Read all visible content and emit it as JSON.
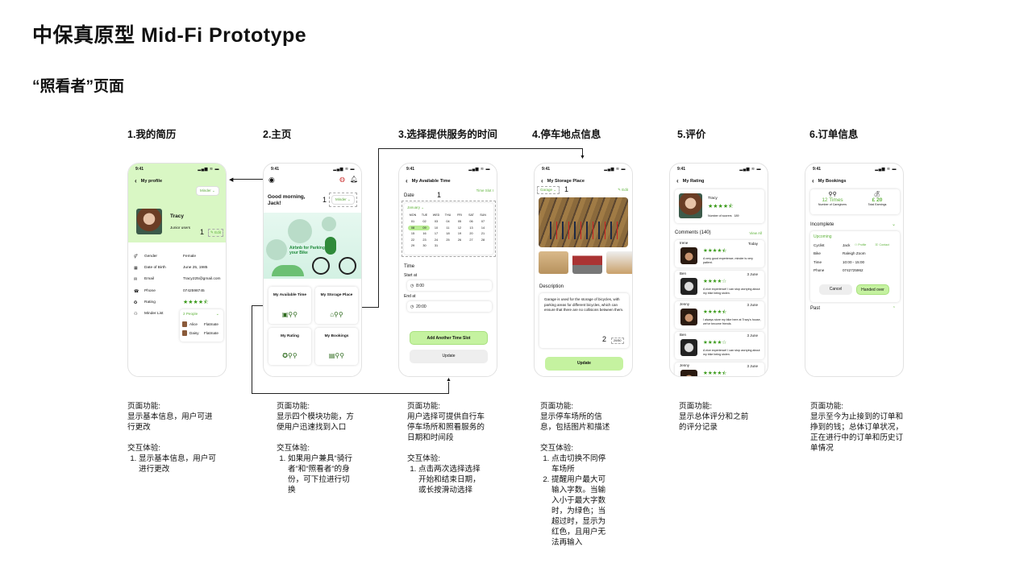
{
  "header": {
    "title": "中保真原型  Mid-Fi Prototype",
    "subtitle": "“照看者”页面"
  },
  "colors": {
    "accent_green": "#c5f2a0",
    "text_green": "#5fb33b",
    "star_green": "#3b9a1a",
    "header_green": "#d9f7c4"
  },
  "sections": [
    "1.我的简历",
    "2.主页",
    "3.选择提供服务的时间",
    "4.停车地点信息",
    "5.评价",
    "6.订单信息"
  ],
  "notes": [
    {
      "func_label": "页面功能:",
      "func": "显示基本信息，用户可进行更改",
      "ux_label": "交互体验:",
      "ux": [
        "显示基本信息，用户可进行更改"
      ]
    },
    {
      "func_label": "页面功能:",
      "func": "显示四个模块功能，方便用户迅速找到入口",
      "ux_label": "交互体验:",
      "ux": [
        "如果用户兼具“骑行者”和“照看者”的身份，可下拉进行切换"
      ]
    },
    {
      "func_label": "页面功能:",
      "func": "用户选择可提供自行车停车场所和照看服务的日期和时间段",
      "ux_label": "交互体验:",
      "ux": [
        "点击两次选择选择开始和结束日期，或长按滑动选择"
      ]
    },
    {
      "func_label": "页面功能:",
      "func": "显示停车场所的信息，包括图片和描述",
      "ux_label": "交互体验:",
      "ux": [
        "点击切换不同停车场所",
        "提醒用户最大可输入字数。当输入小于最大字数时，为绿色；当超过时，显示为红色，且用户无法再输入"
      ]
    },
    {
      "func_label": "页面功能:",
      "func": "显示总体评分和之前的评分记录"
    },
    {
      "func_label": "页面功能:",
      "func": "显示至今为止接到的订单和挣到的钱；总体订单状况，正在进行中的订单和历史订单情况"
    }
  ],
  "status": {
    "time": "9:41",
    "icons": "▂▄▆ ≋ ▬"
  },
  "profile": {
    "title": "My profile",
    "role": "Minder",
    "name": "Tracy",
    "level": "Junior users",
    "ann": "1",
    "edit": "Edit",
    "rows": [
      {
        "icon": "gender-icon",
        "label": "Gender",
        "value": "Female"
      },
      {
        "icon": "calendar-icon",
        "label": "Date of Birth",
        "value": "June 25, 1985"
      },
      {
        "icon": "email-icon",
        "label": "Email",
        "value": "Tracy225@gmail.com"
      },
      {
        "icon": "phone-icon",
        "label": "Phone",
        "value": "0742598745"
      }
    ],
    "rating_label": "Rating",
    "rating": 4.5,
    "minder_label": "Minder List",
    "minder_count": "2 People",
    "minders": [
      {
        "name": "Alice",
        "relation": "Flatmate"
      },
      {
        "name": "Daisy",
        "relation": "Flatmate"
      }
    ]
  },
  "home": {
    "greeting": "Good morning, Jack!",
    "ann": "1",
    "role": "Minder",
    "banner": "Airbnb for Parking your Bike",
    "cards": [
      {
        "label": "My Available Time",
        "icon": "calendar-bike-icon"
      },
      {
        "label": "My Storage Place",
        "icon": "house-bike-icon"
      },
      {
        "label": "My Rating",
        "icon": "badge-bike-icon"
      },
      {
        "label": "My Bookings",
        "icon": "booking-bike-icon"
      }
    ]
  },
  "time": {
    "title": "My Available Time",
    "slot": "Time Slot I",
    "date_label": "Date",
    "ann": "1",
    "month": "January",
    "weekdays": [
      "MON",
      "TUE",
      "WED",
      "THU",
      "FRI",
      "SAT",
      "SUN"
    ],
    "selected": [
      "08",
      "09"
    ],
    "time_label": "Time",
    "start_label": "Start at",
    "start": "8:00",
    "end_label": "End at",
    "end": "20:00",
    "add_btn": "Add Another Time Slot",
    "update_btn": "Update"
  },
  "storage": {
    "title": "My Storage Place",
    "place": "Garage",
    "ann1": "1",
    "edit": "Edit",
    "desc_label": "Description",
    "desc": "Garage is used for the storage of bicycles, with parking areas for different bicycles, which can ensure that there are no collisions between them.",
    "ann2": "2",
    "count": "20/50",
    "update_btn": "Update"
  },
  "rating": {
    "title": "My Rating",
    "name": "Tracy",
    "score": 4.5,
    "scorers_label": "Number of scorers",
    "scorers": "189",
    "comments_label": "Comments (140)",
    "view_all": "View All",
    "comments": [
      {
        "name": "Irene",
        "date": "Today",
        "stars": 4.5,
        "text": "A very good experience, minder is very patient."
      },
      {
        "name": "Ben",
        "date": "3 June",
        "stars": 4,
        "text": "A nice experience! I can stop worrying about my bike being stolen."
      },
      {
        "name": "Jenny",
        "date": "3 June",
        "stars": 4.5,
        "text": "I always store my bike here at Tracy's house, we've become friends"
      },
      {
        "name": "Ben",
        "date": "3 June",
        "stars": 4,
        "text": "A nice experience! I can stop worrying about my bike being stolen."
      },
      {
        "name": "Jenny",
        "date": "3 June",
        "stars": 4.5,
        "text": ""
      }
    ]
  },
  "bookings": {
    "title": "My Bookings",
    "times": "12 Times",
    "times_label": "Number of Caregivers",
    "earn": "£ 20",
    "earn_label": "Total Earnings",
    "incomplete": "Incomplete",
    "upcoming": "Upcoming",
    "rows": [
      {
        "label": "Cyclist",
        "value": "Jack"
      },
      {
        "label": "Bike",
        "value": "Raleigh Zoom"
      },
      {
        "label": "Time",
        "value": "10:00 - 15:00"
      },
      {
        "label": "Phone",
        "value": "0742725962"
      }
    ],
    "profile_link": "Profile",
    "contact_link": "Contact",
    "cancel": "Cancel",
    "handed": "Handed over",
    "past": "Past"
  }
}
